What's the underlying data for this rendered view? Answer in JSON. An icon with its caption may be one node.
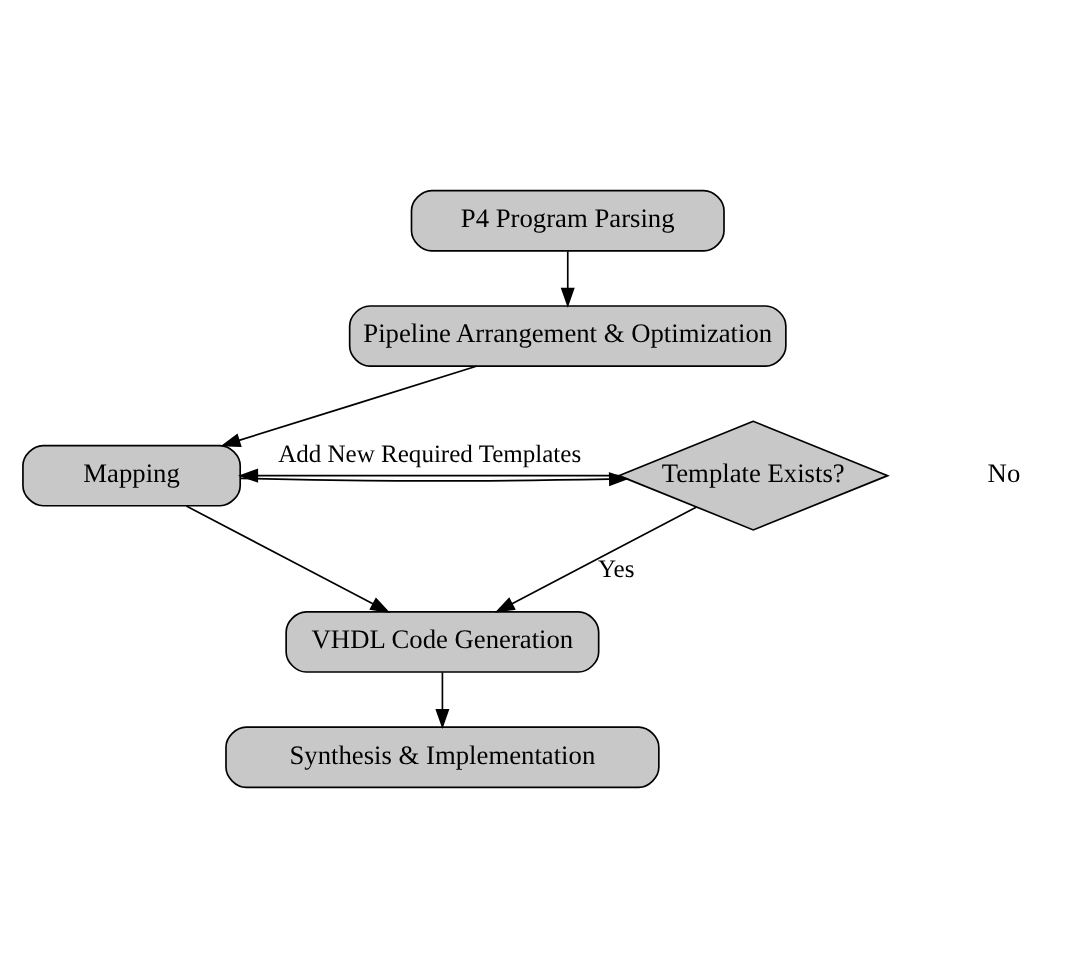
{
  "diagram": {
    "nodes": [
      {
        "text": [
          "P4 Program Parsing"
        ]
      },
      {
        "text": [
          "Pipeline Arrangement & Optimization"
        ]
      },
      {
        "text": [
          "Mapping"
        ]
      },
      {
        "text": [
          "Template Exists?"
        ]
      },
      {
        "text": [
          "VHDL Code Generation"
        ]
      },
      {
        "text": [
          "Synthesis & Implementation"
        ]
      }
    ],
    "edges": [
      {
        "from": 0,
        "to": 1,
        "arrow": "to"
      },
      {
        "from": 1,
        "to": 2,
        "arrow": "to"
      },
      {
        "from": 2,
        "to": 3,
        "arrow": "to"
      },
      {
        "from": 3,
        "to": 2,
        "arrow": "to",
        "label": "Add New Required Templates"
      },
      {
        "from": 3,
        "to": 4,
        "arrow": "to",
        "label": "Yes"
      },
      {
        "from": 2,
        "to": 4,
        "arrow": "to"
      },
      {
        "from": 4,
        "to": 5,
        "arrow": "to"
      }
    ],
    "labels": [
      "No"
    ]
  }
}
